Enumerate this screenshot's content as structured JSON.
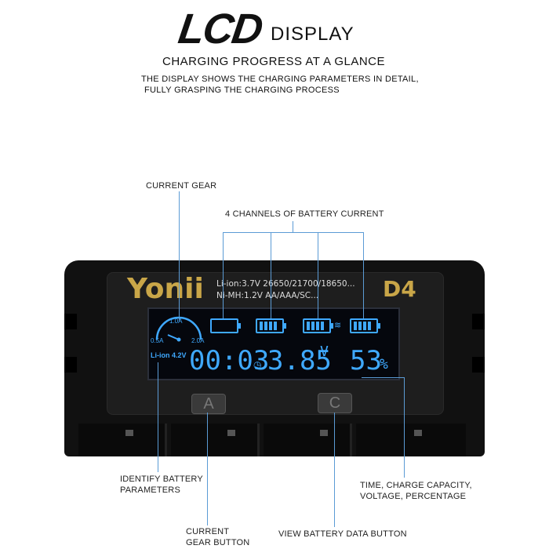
{
  "header": {
    "lcd_logo": "LCD",
    "display_word": "DISPLAY",
    "subtitle": "CHARGING PROGRESS AT A GLANCE",
    "desc_line1": "THE DISPLAY SHOWS THE CHARGING PARAMETERS IN DETAIL,",
    "desc_line2": "FULLY GRASPING THE CHARGING PROCESS"
  },
  "callouts": {
    "current_gear": "CURRENT GEAR",
    "four_channels": "4 CHANNELS OF BATTERY CURRENT",
    "identify_1": "IDENTIFY BATTERY",
    "identify_2": "PARAMETERS",
    "gear_button_1": "CURRENT",
    "gear_button_2": "GEAR BUTTON",
    "view_button": "VIEW BATTERY DATA BUTTON",
    "time_1": "TIME, CHARGE CAPACITY,",
    "time_2": "VOLTAGE, PERCENTAGE"
  },
  "device": {
    "brand": "Yonii",
    "model": "D4",
    "spec_line1": "Li-ion:3.7V 26650/21700/18650...",
    "spec_line2": "Ni-MH:1.2V AA/AAA/SC...",
    "button_a": "A",
    "button_c": "C"
  },
  "screen": {
    "gear_1a": "1.0A",
    "gear_05a": "0.5A",
    "gear_2a": "2.0A",
    "battery_type": "Li-ion 4.2V",
    "time": "00:03",
    "voltage": "3.85",
    "voltage_unit": "V",
    "percent": "53",
    "percent_unit": "%"
  },
  "colors": {
    "lcd_blue": "#3fa9ff",
    "brand_gold": "#c9a648",
    "callout_line": "#5b9bd5"
  }
}
